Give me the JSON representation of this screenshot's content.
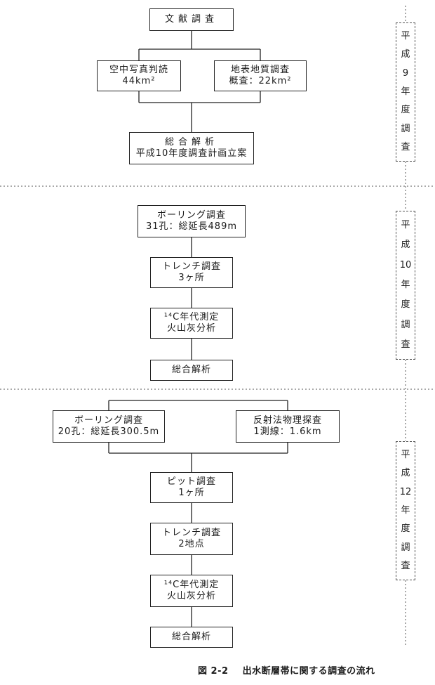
{
  "nodes": {
    "bunken": [
      "文献調査"
    ],
    "kuchu": [
      "空中写真判読",
      "44km²"
    ],
    "chihyo": [
      "地表地質調査",
      "概査：22km²"
    ],
    "sogo1": [
      "総合解析",
      "平成10年度調査計画立案"
    ],
    "boring1": [
      "ボーリング調査",
      "31孔：総延長489m"
    ],
    "trench1": [
      "トレンチ調査",
      "3ヶ所"
    ],
    "c14_1": [
      "¹⁴C年代測定",
      "火山灰分析"
    ],
    "sogo2": [
      "総合解析"
    ],
    "boring2": [
      "ボーリング調査",
      "20孔：総延長300.5m"
    ],
    "hansha": [
      "反射法物理探査",
      "1測線：1.6km"
    ],
    "pit": [
      "ピット調査",
      "1ヶ所"
    ],
    "trench2": [
      "トレンチ調査",
      "2地点"
    ],
    "c14_2": [
      "¹⁴C年代測定",
      "火山灰分析"
    ],
    "sogo3": [
      "総合解析"
    ]
  },
  "phases": [
    [
      "平",
      "成",
      "9",
      "年",
      "度",
      "調",
      "査"
    ],
    [
      "平",
      "成",
      "10",
      "年",
      "度",
      "調",
      "査"
    ],
    [
      "平",
      "成",
      "12",
      "年",
      "度",
      "調",
      "査"
    ]
  ],
  "caption": {
    "number": "図 2-2",
    "title": "出水断層帯に関する調査の流れ"
  }
}
